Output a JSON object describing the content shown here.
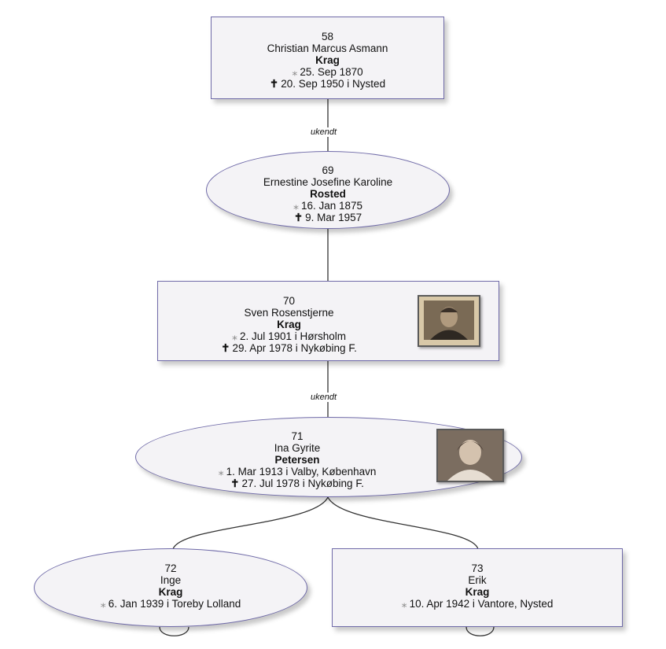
{
  "persons": {
    "p58": {
      "num": "58",
      "given": "Christian Marcus Asmann",
      "surname": "Krag",
      "birth": "25. Sep 1870",
      "death": "20. Sep 1950 i  Nysted"
    },
    "p69": {
      "num": "69",
      "given": "Ernestine Josefine Karoline",
      "surname": "Rosted",
      "birth": "16. Jan 1875",
      "death": "9. Mar 1957"
    },
    "p70": {
      "num": "70",
      "given": "Sven Rosenstjerne",
      "surname": "Krag",
      "birth": "2. Jul 1901 i  Hørsholm",
      "death": "29. Apr 1978 i  Nykøbing F."
    },
    "p71": {
      "num": "71",
      "given": "Ina Gyrite",
      "surname": "Petersen",
      "birth": "1. Mar 1913 i  Valby, København",
      "death": "27. Jul 1978 i  Nykøbing F."
    },
    "p72": {
      "num": "72",
      "given": "Inge",
      "surname": "Krag",
      "birth": "6. Jan 1939 i  Toreby Lolland"
    },
    "p73": {
      "num": "73",
      "given": "Erik",
      "surname": "Krag",
      "birth": "10. Apr 1942 i  Vantore, Nysted"
    }
  },
  "relations": {
    "rel1": "ukendt",
    "rel2": "ukendt"
  },
  "symbols": {
    "birth": "⁎",
    "death": "✝"
  },
  "colors": {
    "border": "#6f6aa8",
    "fill": "#f4f3f6",
    "line": "#333333"
  }
}
